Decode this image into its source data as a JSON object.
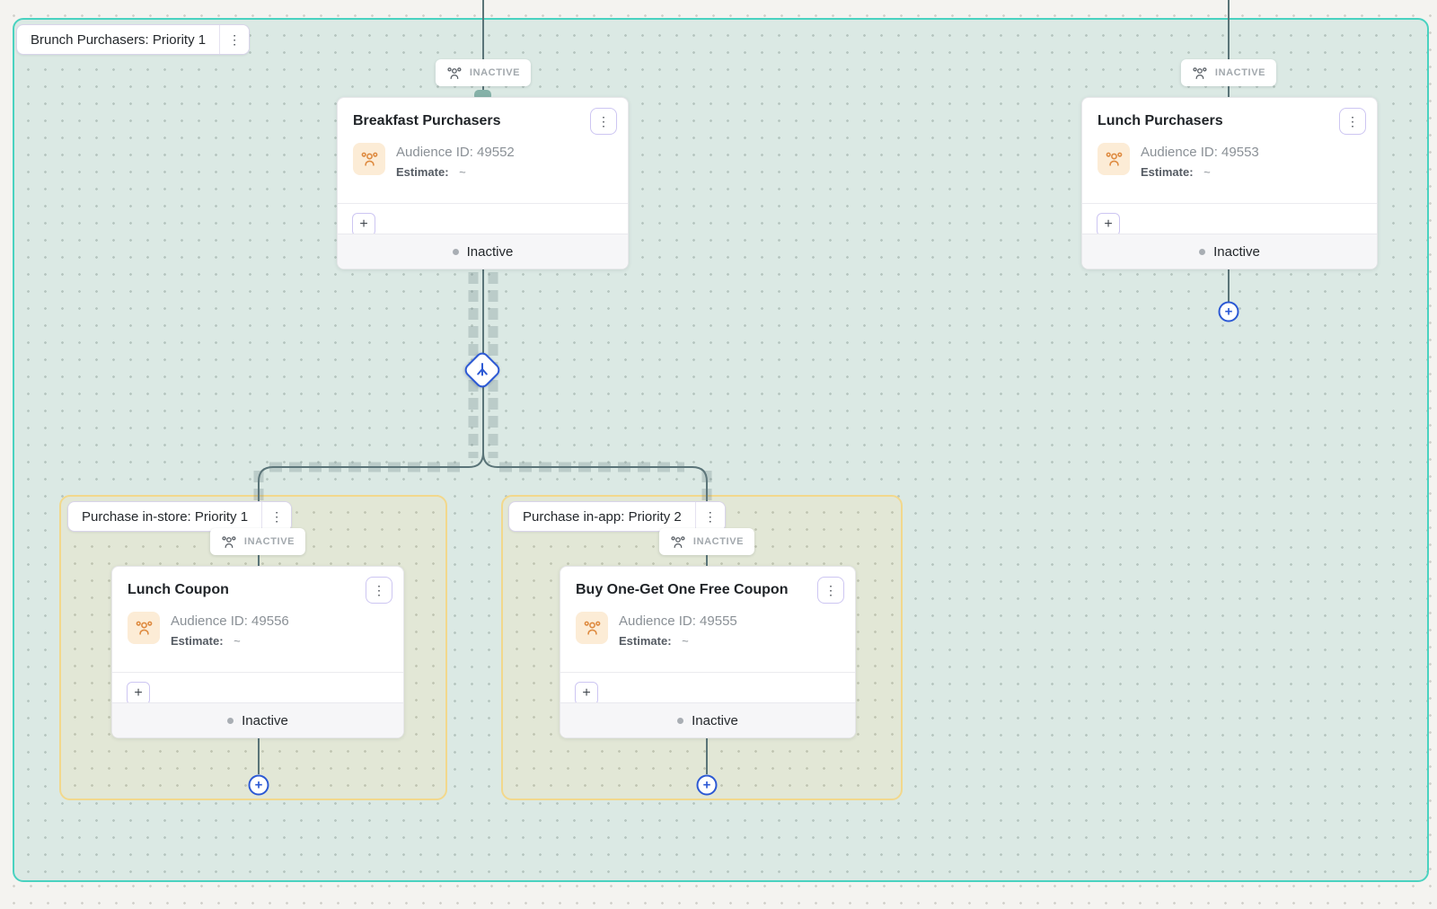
{
  "ui": {
    "plus_glyph": "+",
    "kebab_glyph": "⋮"
  },
  "colors": {
    "teal_border": "#49d2c0",
    "yellow_border": "#f2d88c",
    "accent_blue": "#2c59d4",
    "connector_gray": "#5a7478",
    "icon_orange": "#de8a3f"
  },
  "root_group": {
    "label": "Brunch Purchasers: Priority 1"
  },
  "sub_groups": {
    "in_store": {
      "label": "Purchase in-store: Priority 1"
    },
    "in_app": {
      "label": "Purchase in-app: Priority 2"
    }
  },
  "nodes": {
    "breakfast": {
      "title": "Breakfast Purchasers",
      "audience_id": "Audience ID: 49552",
      "estimate_label": "Estimate:",
      "estimate_value": "~",
      "badge": "INACTIVE",
      "status": "Inactive"
    },
    "lunch": {
      "title": "Lunch Purchasers",
      "audience_id": "Audience ID: 49553",
      "estimate_label": "Estimate:",
      "estimate_value": "~",
      "badge": "INACTIVE",
      "status": "Inactive"
    },
    "lunch_coupon": {
      "title": "Lunch Coupon",
      "audience_id": "Audience ID: 49556",
      "estimate_label": "Estimate:",
      "estimate_value": "~",
      "badge": "INACTIVE",
      "status": "Inactive"
    },
    "bogo": {
      "title": "Buy One-Get One Free Coupon",
      "audience_id": "Audience ID: 49555",
      "estimate_label": "Estimate:",
      "estimate_value": "~",
      "badge": "INACTIVE",
      "status": "Inactive"
    }
  }
}
